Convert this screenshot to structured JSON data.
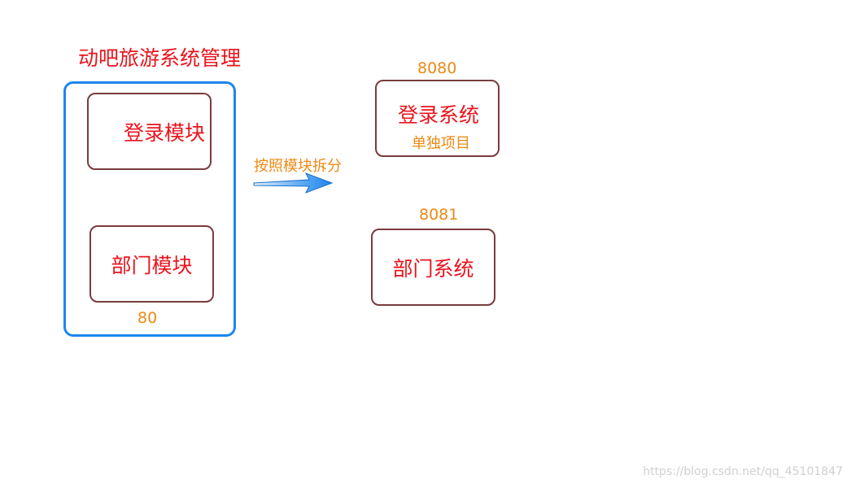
{
  "title": "动吧旅游系统管理",
  "monolith": {
    "modules": [
      "登录模块",
      "部门模块"
    ],
    "port": "80"
  },
  "split_label": "按照模块拆分",
  "services": [
    {
      "port": "8080",
      "name": "登录系统",
      "note": "单独项目"
    },
    {
      "port": "8081",
      "name": "部门系统"
    }
  ],
  "watermark": "https://blog.csdn.net/qq_45101847",
  "colors": {
    "title_text": "#e8141d",
    "module_text": "#e8141d",
    "port_text": "#ec8a14",
    "outer_border": "#1c86ee",
    "box_border": "#7a3c3e",
    "arrow": "#1c86ee"
  }
}
